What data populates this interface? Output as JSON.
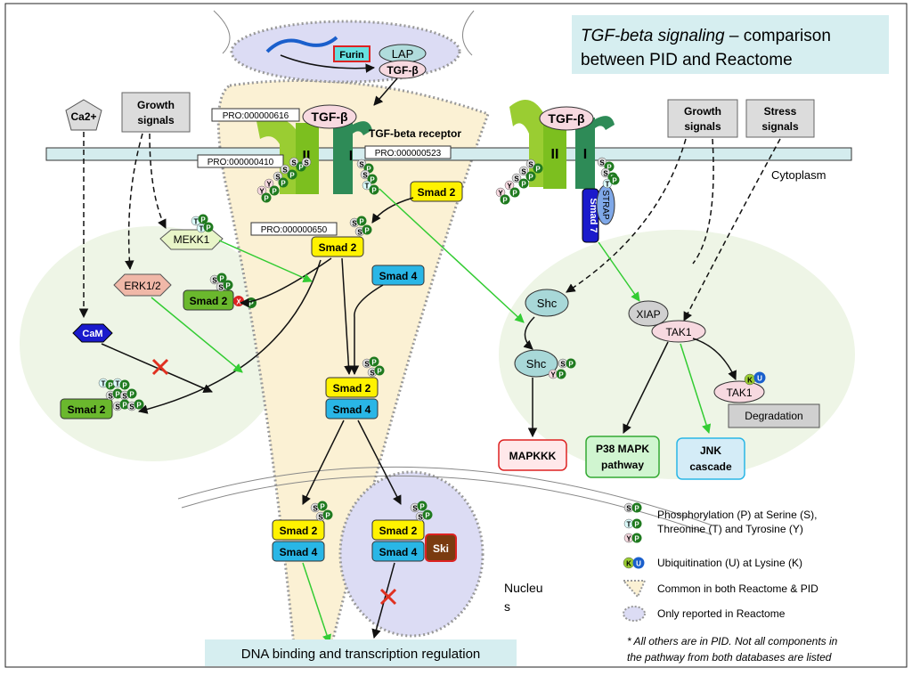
{
  "title": {
    "italic": "TGF-beta signaling",
    "rest": " – comparison",
    "line2": "between PID and Reactome"
  },
  "top": {
    "furin": "Furin",
    "lap": "LAP",
    "tgfb1": "TGF-β",
    "tgfb2": "TGF-β",
    "tgfb3": "TGF-β"
  },
  "receptor": {
    "label": "TGF-beta receptor",
    "ii": "II",
    "i": "I"
  },
  "pro": {
    "p616": "PRO:000000616",
    "p410": "PRO:000000410",
    "p523": "PRO:000000523",
    "p650": "PRO:000000650"
  },
  "cytoplasm": "Cytoplasm",
  "nucleus": {
    "l1": "Nucleu",
    "l2": "s"
  },
  "signals": {
    "ca": "Ca2+",
    "growth1": "Growth",
    "growth2": "signals",
    "stress1": "Stress",
    "stress2": "signals"
  },
  "nodes": {
    "mekk1": "MEKK1",
    "erk": "ERK1/2",
    "cam": "CaM",
    "smad2": "Smad 2",
    "smad4": "Smad 4",
    "smad7": "Smad 7",
    "strap": "STRAP",
    "shc": "Shc",
    "xiap": "XIAP",
    "tak1": "TAK1",
    "degradation": "Degradation",
    "mapkkk": "MAPKKK",
    "p38a": "P38 MAPK",
    "p38b": "pathway",
    "jnka": "JNK",
    "jnkb": "cascade",
    "ski": "Ski"
  },
  "sites": {
    "s": "S",
    "t": "T",
    "y": "Y",
    "p": "P",
    "k": "K",
    "u": "U",
    "x": "X"
  },
  "output": "DNA binding and transcription regulation",
  "legend": {
    "phos1": "Phosphorylation (P) at Serine (S),",
    "phos2": "Threonine (T) and Tyrosine (Y)",
    "ubiq": "Ubiquitination (U) at Lysine (K)",
    "common": "Common in both Reactome & PID",
    "only": "Only reported in Reactome",
    "note1": "* All others are in PID. Not all components in",
    "note2": "the pathway from both databases are listed"
  },
  "colors": {
    "green_region": "#eef5e6",
    "beige_region": "#fbf1d4",
    "lavender_region": "#dcdcf4",
    "membrane": "#d4ecee",
    "smad2": "#fff200",
    "smad4": "#29b6e6",
    "p_circle": "#1f7a1f",
    "arrow_green": "#33cc33",
    "title_bg": "#d6eef0"
  }
}
